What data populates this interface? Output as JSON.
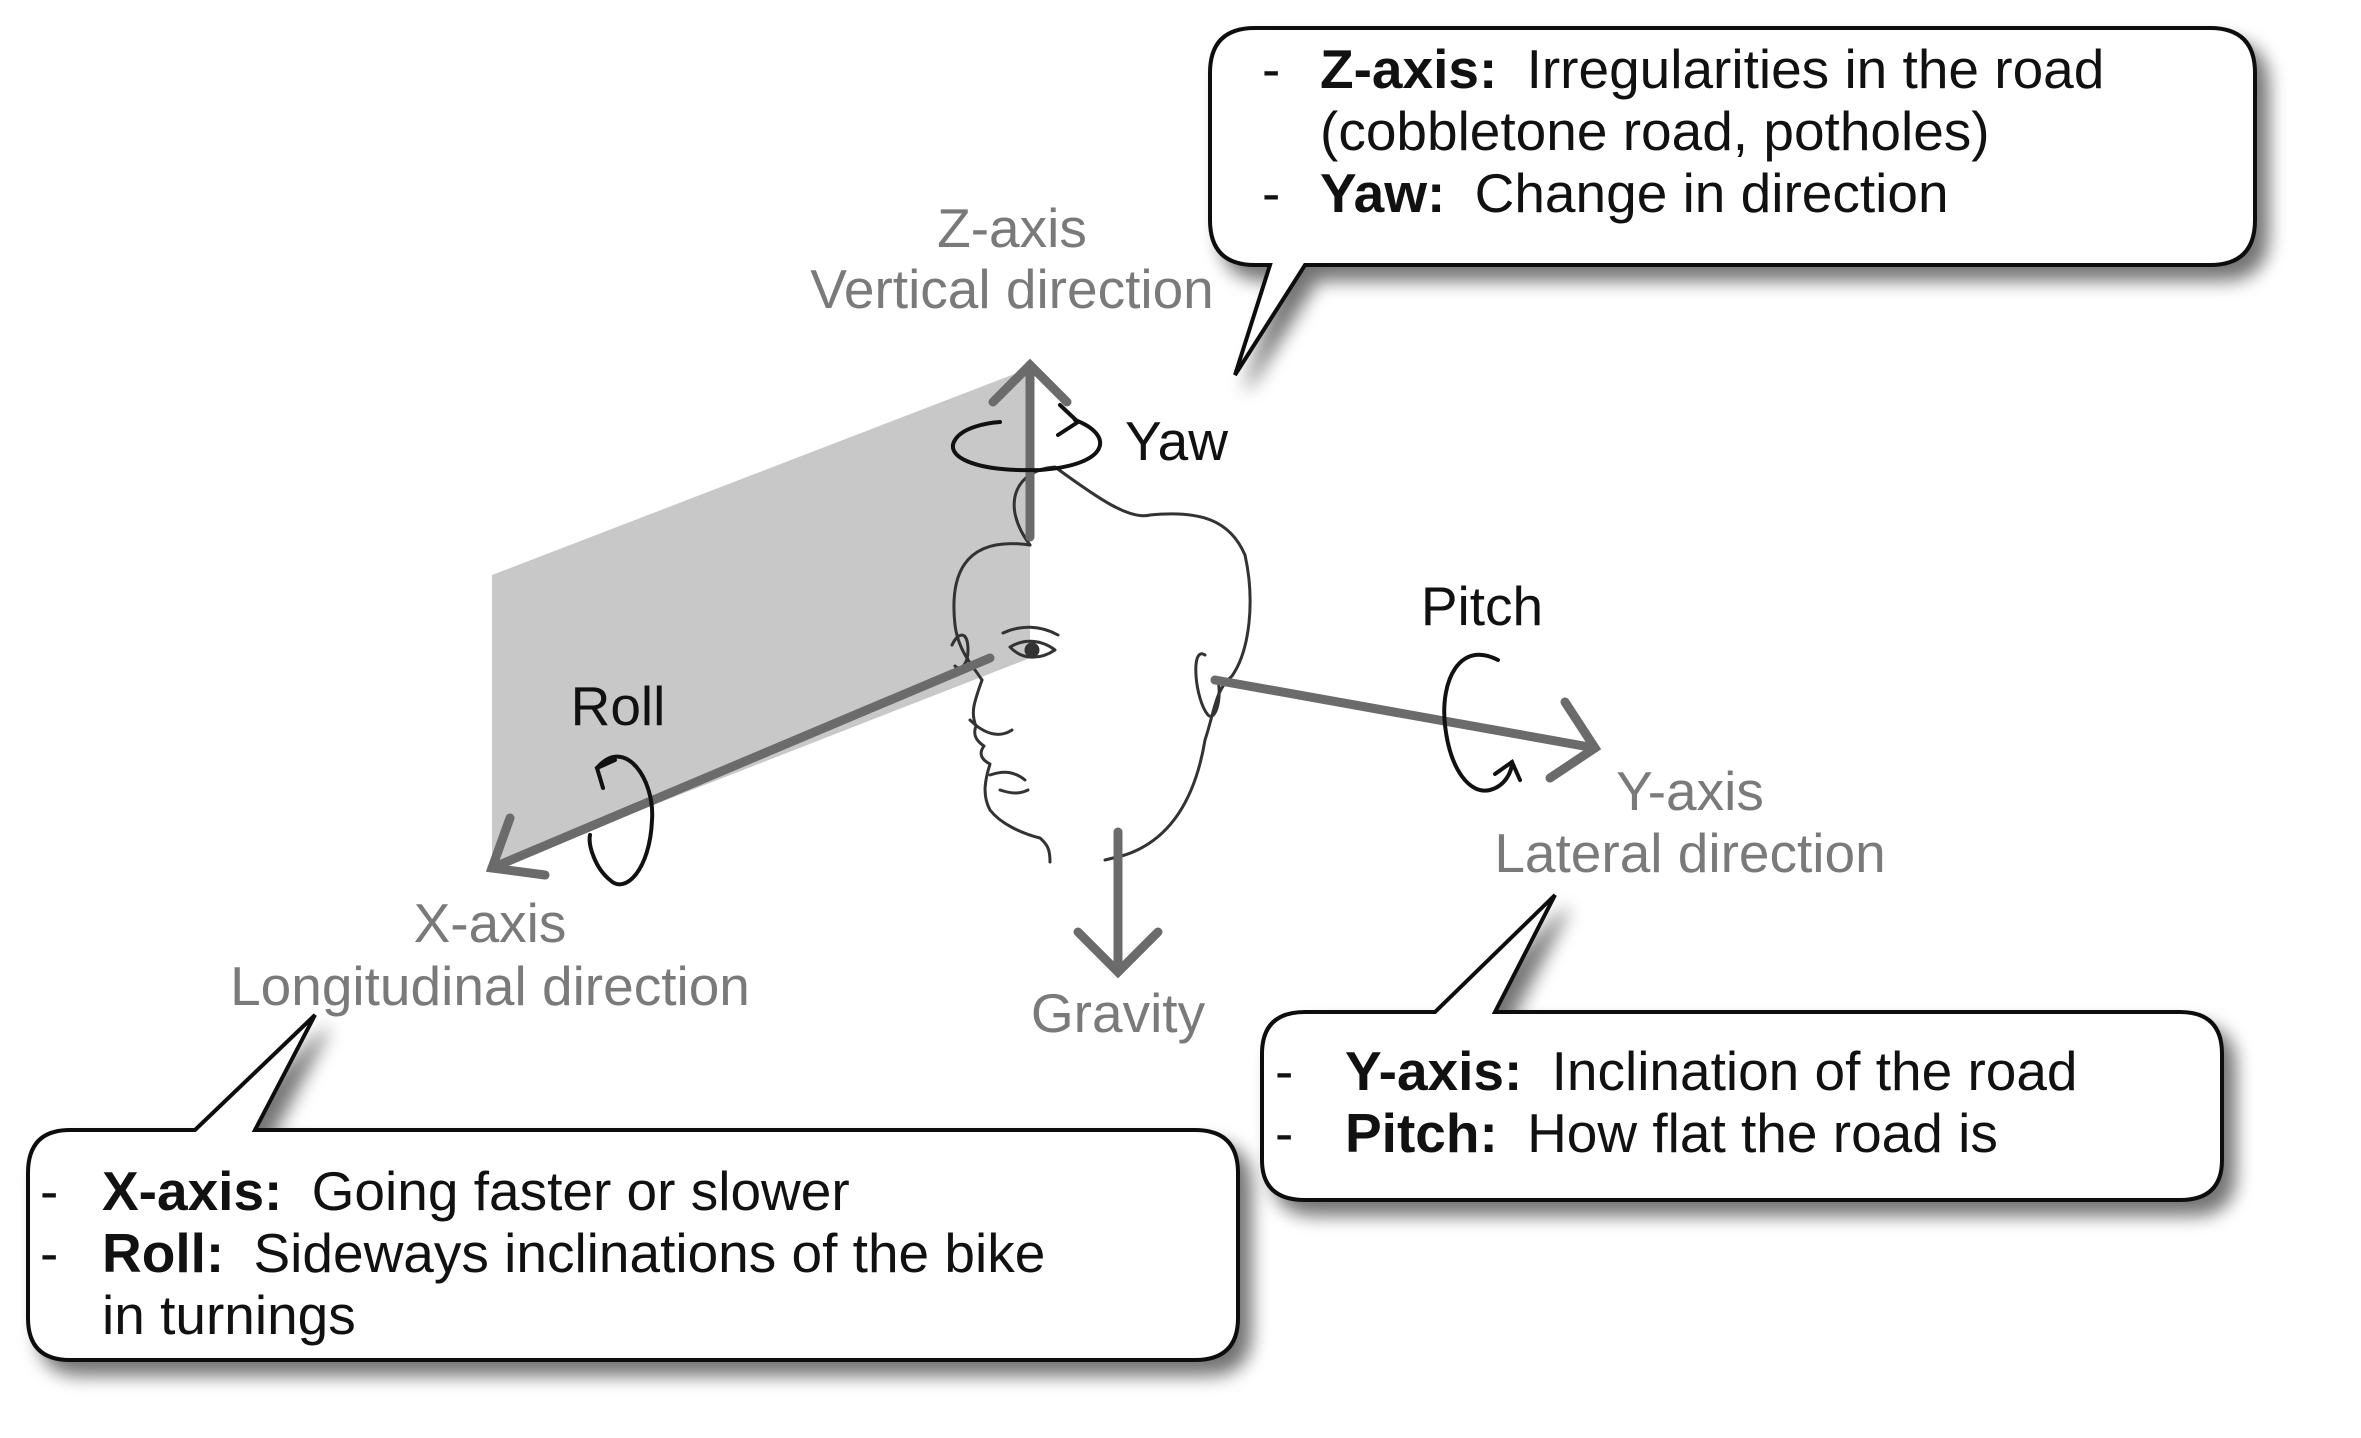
{
  "axes": {
    "z": {
      "name": "Z-axis",
      "direction": "Vertical direction"
    },
    "x": {
      "name": "X-axis",
      "direction": "Longitudinal direction"
    },
    "y": {
      "name": "Y-axis",
      "direction": "Lateral direction"
    },
    "gravity": "Gravity"
  },
  "rotations": {
    "yaw": "Yaw",
    "roll": "Roll",
    "pitch": "Pitch"
  },
  "callouts": {
    "top_right": {
      "items": [
        {
          "bullet": "-",
          "term": "Z-axis:",
          "desc": "Irregularities in the road",
          "desc2": "(cobbletone road, potholes)"
        },
        {
          "bullet": "-",
          "term": "Yaw:",
          "desc": "Change in direction"
        }
      ]
    },
    "bottom_left": {
      "items": [
        {
          "bullet": "-",
          "term": "X-axis:",
          "desc": "Going faster or slower"
        },
        {
          "bullet": "-",
          "term": "Roll:",
          "desc": "Sideways inclinations of the bike",
          "desc2": "in turnings"
        }
      ]
    },
    "bottom_right": {
      "items": [
        {
          "bullet": "-",
          "term": "Y-axis:",
          "desc": "Inclination of the road"
        },
        {
          "bullet": "-",
          "term": "Pitch:",
          "desc": "How flat the road is"
        }
      ]
    }
  },
  "colors": {
    "axis": "#6b6b6b",
    "plane": "#c8c8c8",
    "label_gray": "#7a7a7a",
    "text": "#111111",
    "callout_border": "#111111",
    "callout_shadow": "#9a9a9a"
  }
}
